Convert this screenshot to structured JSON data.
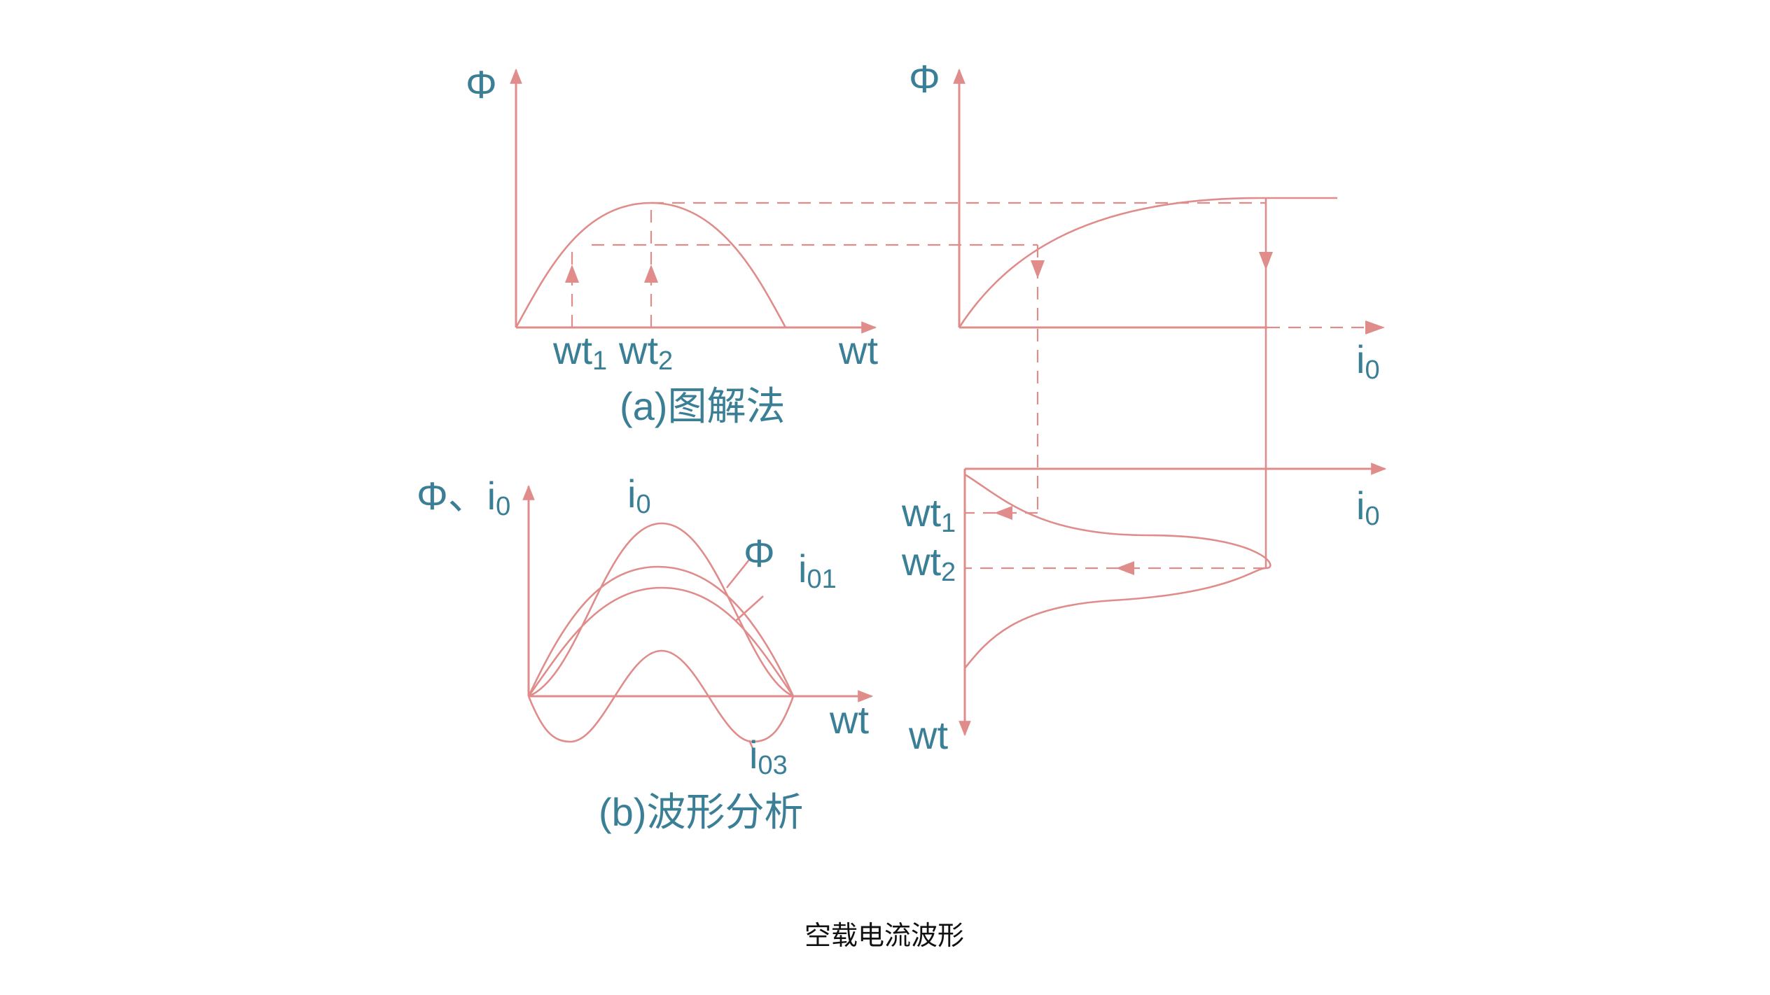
{
  "panel_a": {
    "y_axis_label": "Φ",
    "x_axis_label": "wt",
    "tick_1": {
      "base": "wt",
      "sub": "1"
    },
    "tick_2": {
      "base": "wt",
      "sub": "2"
    },
    "caption": "(a)图解法"
  },
  "panel_right": {
    "y_axis_label": "Φ",
    "x_axis_label": {
      "base": "i",
      "sub": "0"
    }
  },
  "panel_current": {
    "x_axis_label": {
      "base": "i",
      "sub": "0"
    },
    "y_axis_label": "wt",
    "tick_1": {
      "base": "wt",
      "sub": "1"
    },
    "tick_2": {
      "base": "wt",
      "sub": "2"
    }
  },
  "panel_b": {
    "y_axis_label": {
      "base": "Φ、i",
      "sub": "0"
    },
    "x_axis_label": "wt",
    "label_i0": {
      "base": "i",
      "sub": "0"
    },
    "label_phi": "Φ",
    "label_i01": {
      "base": "i",
      "sub": "01"
    },
    "label_i03": {
      "base": "i",
      "sub": "03"
    },
    "caption": "(b)波形分析"
  },
  "figure_caption": "空载电流波形",
  "colors": {
    "line": "#df8c8a",
    "label": "#3a7f95",
    "caption": "#111111"
  }
}
